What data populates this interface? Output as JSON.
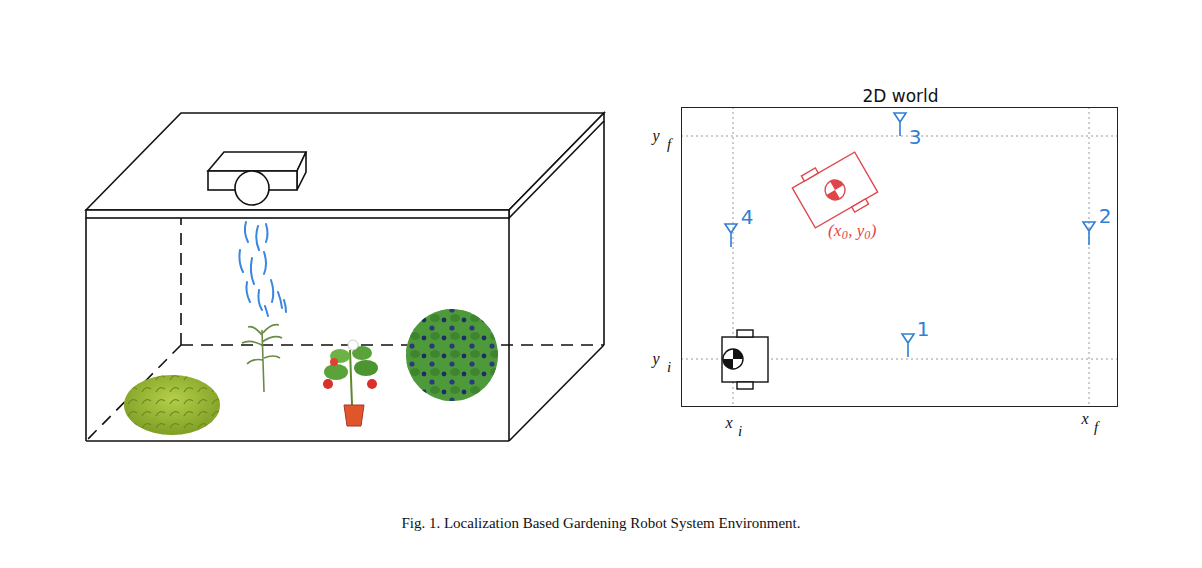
{
  "diagram": {
    "caption": "Fig. 1.  Localization Based Gardening Robot System Environment.",
    "nodes": [
      {
        "text": [
          "2D world"
        ]
      }
    ],
    "labels": [
      "y",
      "f",
      "y",
      "i",
      "x",
      "i",
      "x",
      "f",
      "1",
      "2",
      "3",
      "4",
      "(x",
      "0",
      ", y",
      "0",
      ")"
    ]
  }
}
